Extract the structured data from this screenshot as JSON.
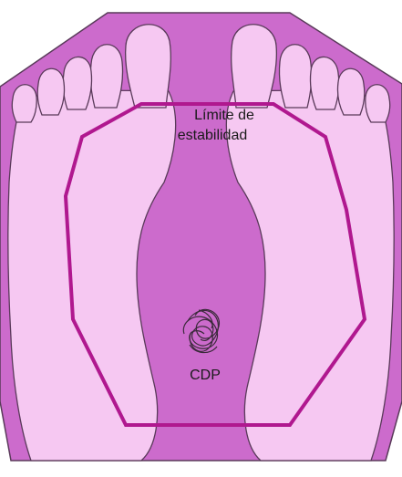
{
  "labels": {
    "stability_limit_line1": "Límite de",
    "stability_limit_line2": "estabilidad",
    "cop": "CDP"
  },
  "colors": {
    "support_base": "#cc6bcc",
    "feet": "#f6c8f2",
    "outline": "#5a3a5a",
    "stability_limit": "#b0188f",
    "sway_trace": "#3b2a3b"
  }
}
